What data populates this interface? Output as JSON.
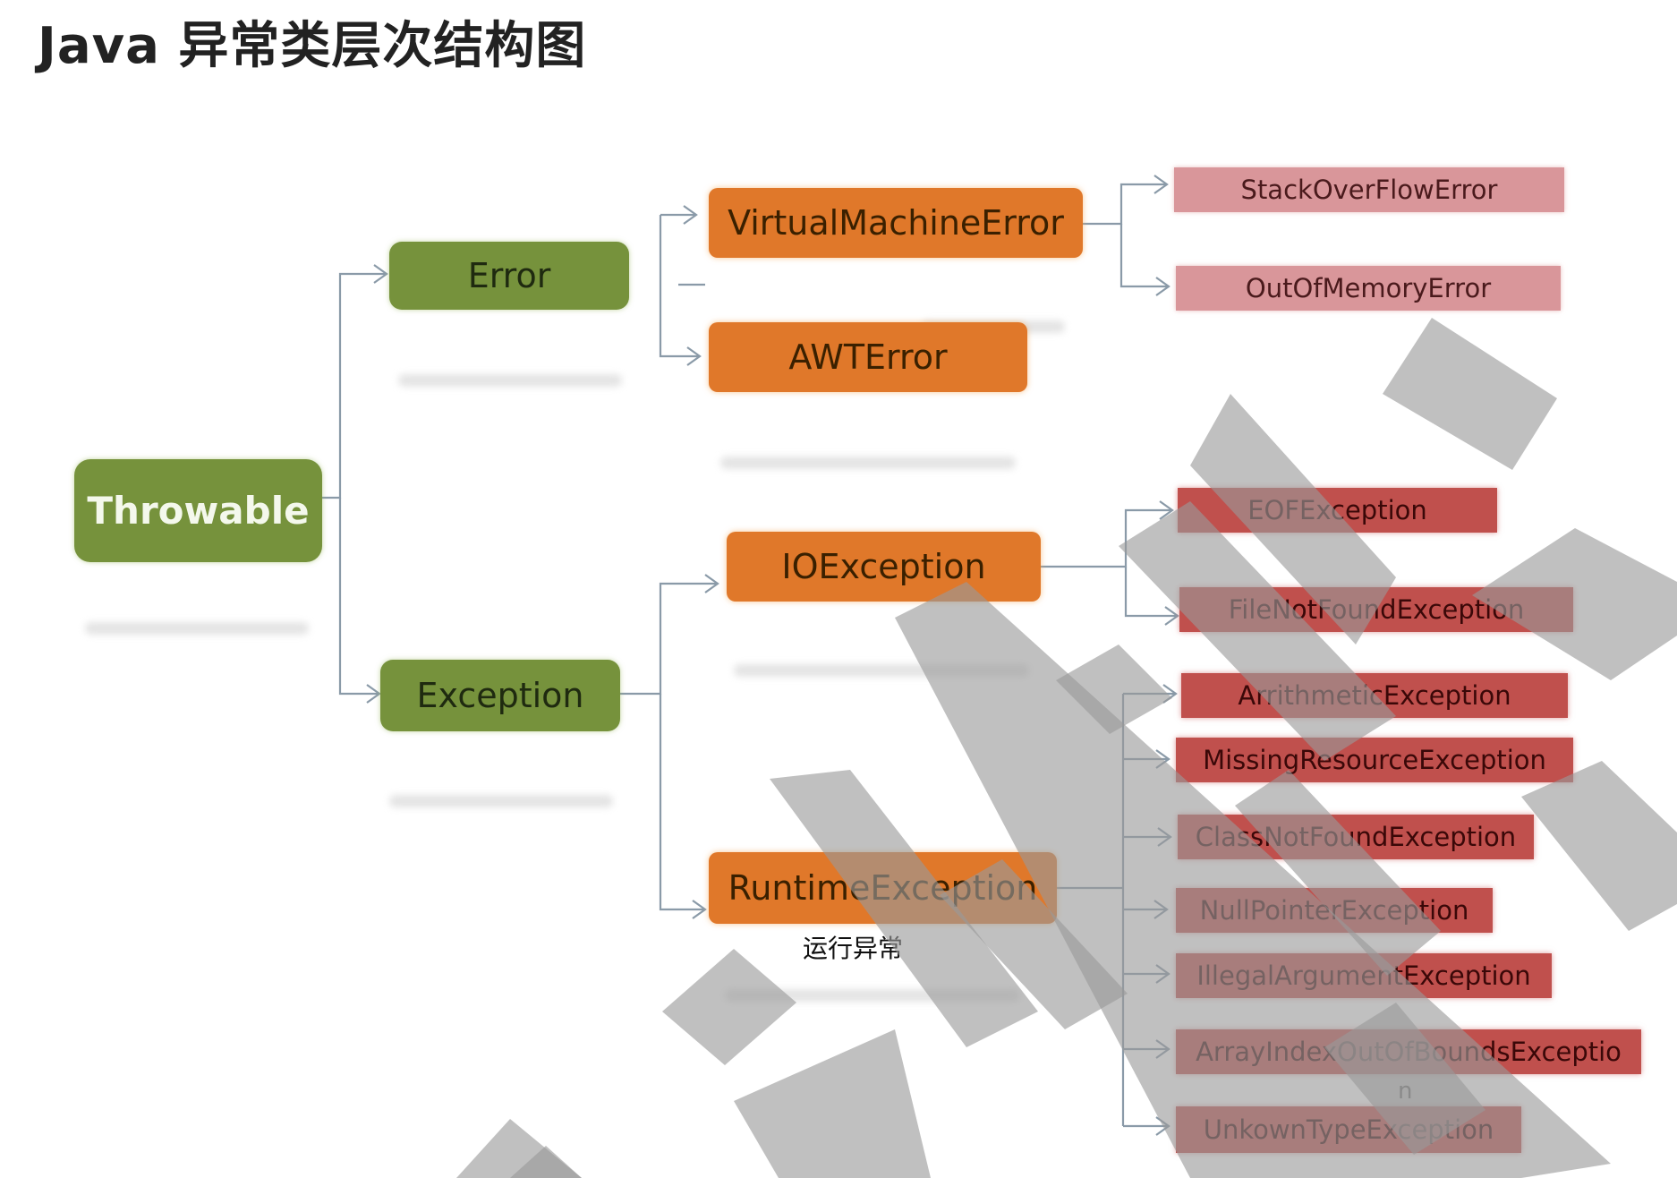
{
  "title": "Java 异常类层次结构图",
  "nodes": {
    "throwable": "Throwable",
    "error": "Error",
    "exception": "Exception",
    "virtual_machine_error": "VirtualMachineError",
    "awt_error": "AWTError",
    "io_exception": "IOException",
    "runtime_exception": "RuntimeException",
    "stack_overflow_error": "StackOverFlowError",
    "out_of_memory_error": "OutOfMemoryError",
    "eof_exception": "EOFException",
    "file_not_found_exception": "FileNotFoundException",
    "arithmetic_exception": "ArrithmeticException",
    "missing_resource_exception": "MissingResourceException",
    "class_not_found_exception": "ClassNotFoundException",
    "null_pointer_exception": "NullPointerException",
    "illegal_argument_exception": "IllegalArgumentException",
    "array_index_exception_line1": "ArrayIndexOutOfBoundsExceptio",
    "array_index_exception_line2": "n",
    "unknown_type_exception": "UnkownTypeException"
  },
  "notes": {
    "runtime_note": "运行异常"
  },
  "colors": {
    "level1": "#76923c",
    "level2": "#e0782a",
    "error_leaf": "#d9969a",
    "exception_leaf": "#c0504d",
    "connector": "#8a9aa8"
  }
}
